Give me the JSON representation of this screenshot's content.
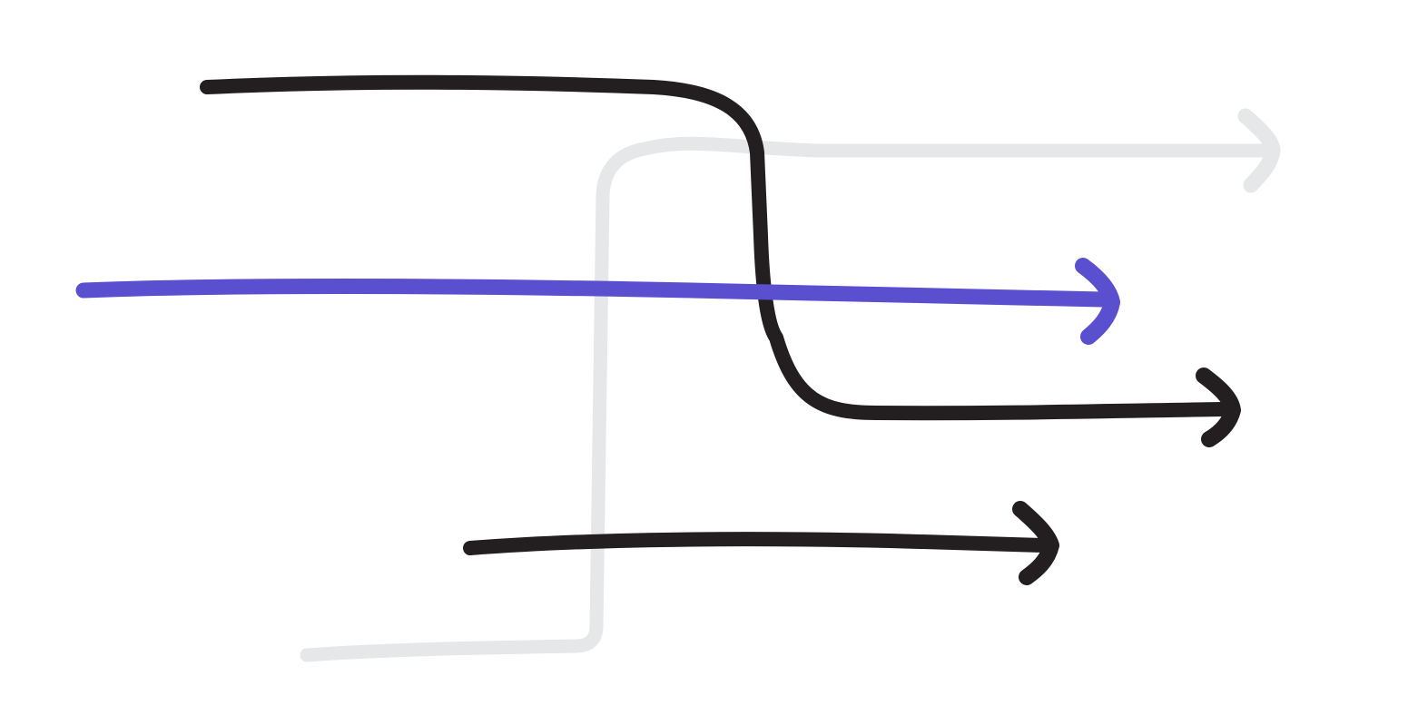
{
  "diagram": {
    "background": "#ffffff",
    "arrows": [
      {
        "name": "arrow-grey-route",
        "color": "#e6e7e8",
        "style": "hand-drawn"
      },
      {
        "name": "arrow-black-route",
        "color": "#231f20",
        "style": "hand-drawn"
      },
      {
        "name": "arrow-purple-straight",
        "color": "#5a4fcf",
        "style": "hand-drawn"
      },
      {
        "name": "arrow-black-short",
        "color": "#231f20",
        "style": "hand-drawn"
      }
    ]
  }
}
